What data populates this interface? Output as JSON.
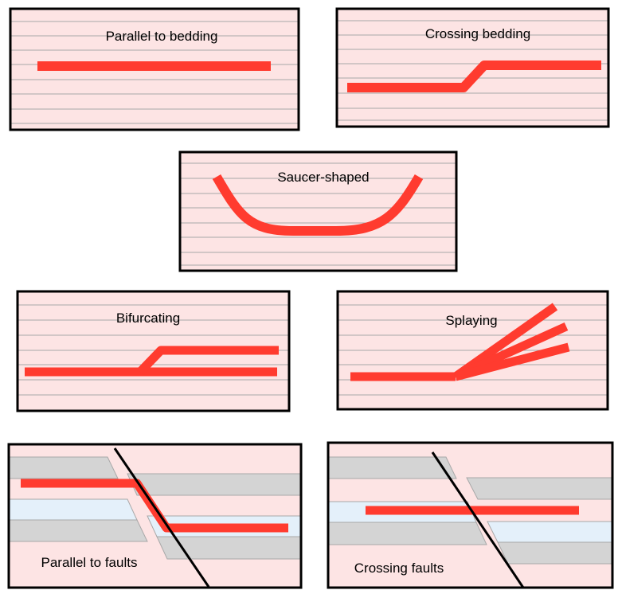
{
  "panels": {
    "parallel_to_bedding": {
      "label": "Parallel to bedding"
    },
    "crossing_bedding": {
      "label": "Crossing bedding"
    },
    "saucer_shaped": {
      "label": "Saucer-shaped"
    },
    "bifurcating": {
      "label": "Bifurcating"
    },
    "splaying": {
      "label": "Splaying"
    },
    "parallel_to_faults": {
      "label": "Parallel to faults"
    },
    "crossing_faults": {
      "label": "Crossing faults"
    }
  },
  "colors": {
    "background": "#fde4e4",
    "bedding_line": "#a8a8a8",
    "intrusion": "#ff3b2f",
    "frame": "#000000",
    "grey_layer": "#d4d4d4",
    "blue_layer": "#e4f0fa",
    "fault": "#000000"
  }
}
